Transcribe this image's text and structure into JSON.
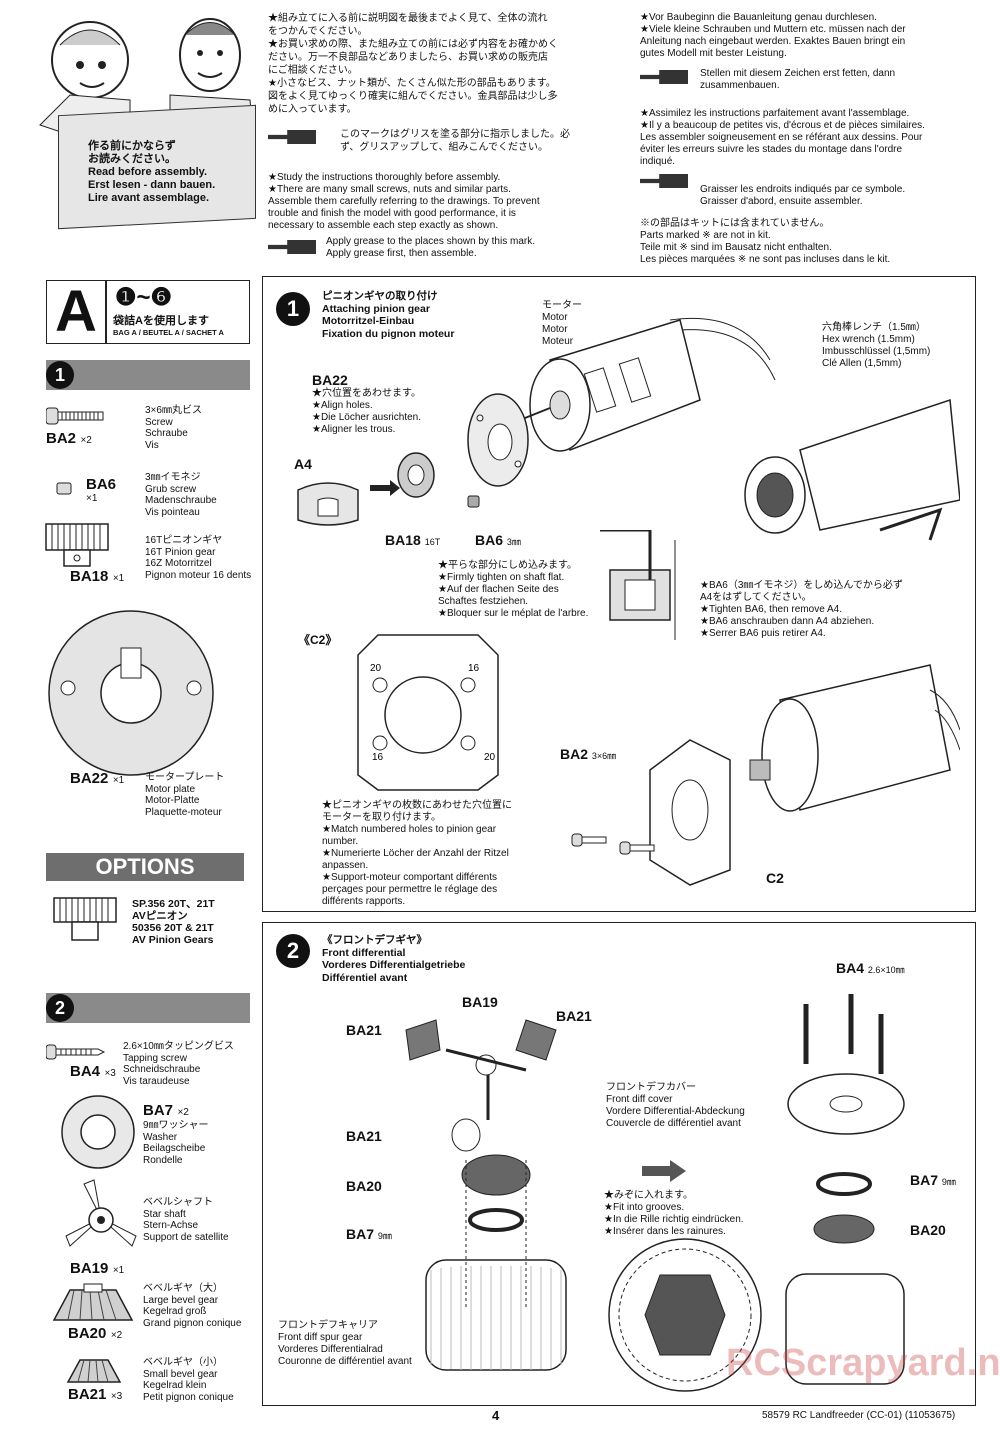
{
  "header": {
    "read_box": [
      "作る前にかならず",
      "お読みください。",
      "Read before assembly.",
      "Erst lesen - dann bauen.",
      "Lire avant assemblage."
    ],
    "jp_intro": "★組み立てに入る前に説明図を最後までよく見て、全体の流れ\nをつかんでください。\n★お買い求めの際、また組み立ての前には必ず内容をお確かめく\nださい。万一不良部品などありましたら、お買い求めの販売店\nにご相談ください。\n★小さなビス、ナット類が、たくさん似た形の部品もあります。\n図をよく見てゆっくり確実に組んでください。金具部品は少し多\nめに入っています。",
    "jp_grease": "このマークはグリスを塗る部分に指示しました。必\nず、グリスアップして、組みこんでください。",
    "en_intro": "★Study the instructions thoroughly before assembly.\n★There are many small screws, nuts and similar parts.\nAssemble them carefully referring to the drawings. To prevent\ntrouble and finish the model with good performance, it is\nnecessary to assemble each step exactly as shown.",
    "en_grease": "Apply grease to the places shown by this mark.\nApply grease first, then assemble.",
    "de_intro": "★Vor Baubeginn die Bauanleitung genau durchlesen.\n★Viele kleine Schrauben und Muttern etc. müssen nach der\nAnleitung nach eingebaut werden. Exaktes Bauen bringt ein\ngutes Modell mit bester Leistung.",
    "de_grease": "Stellen mit diesem Zeichen erst fetten, dann\nzusammenbauen.",
    "fr_intro": "★Assimilez les instructions parfaitement avant l'assemblage.\n★Il y a beaucoup de petites vis, d'écrous et de pièces similaires.\nLes assembler soigneusement en se référant aux dessins. Pour\néviter les erreurs suivre les stades du montage dans l'ordre\nindiqué.",
    "fr_grease": "Graisser les endroits indiqués par ce symbole.\nGraisser d'abord, ensuite assembler.",
    "not_in_kit": "※の部品はキットには含まれていません。\nParts marked ※ are not in kit.\nTeile mit ※ sind im Bausatz nicht enthalten.\nLes pièces marquées ※ ne sont pas incluses dans le kit."
  },
  "bag": {
    "letter": "A",
    "range": "❶~❻",
    "jp": "袋詰Aを使用します",
    "label": "BAG A / BEUTEL A / SACHET A"
  },
  "sidebar_step1": {
    "num": "1",
    "parts": [
      {
        "code": "BA2",
        "qty": "×2",
        "desc": "3×6㎜丸ビス\nScrew\nSchraube\nVis"
      },
      {
        "code": "BA6",
        "qty": "×1",
        "desc": "3㎜イモネジ\nGrub screw\nMadenschraube\nVis pointeau"
      },
      {
        "code": "BA18",
        "qty": "×1",
        "desc": "16Tピニオンギヤ\n16T Pinion gear\n16Z Motorritzel\nPignon moteur 16 dents"
      },
      {
        "code": "BA22",
        "qty": "×1",
        "desc": "モータープレート\nMotor plate\nMotor-Platte\nPlaquette-moteur"
      }
    ]
  },
  "options": {
    "title": "OPTIONS",
    "text": "SP.356 20T、21T\nAVピニオン\n50356 20T & 21T\nAV Pinion Gears"
  },
  "sidebar_step2": {
    "num": "2",
    "parts": [
      {
        "code": "BA4",
        "qty": "×3",
        "desc": "2.6×10㎜タッピングビス\nTapping screw\nSchneidschraube\nVis taraudeuse"
      },
      {
        "code": "BA7",
        "qty": "×2",
        "desc": "9㎜ワッシャー\nWasher\nBeilagscheibe\nRondelle"
      },
      {
        "code": "BA19",
        "qty": "×1",
        "desc": "ベベルシャフト\nStar shaft\nStern-Achse\nSupport de satellite"
      },
      {
        "code": "BA20",
        "qty": "×2",
        "desc": "ベベルギヤ（大）\nLarge bevel gear\nKegelrad groß\nGrand pignon conique"
      },
      {
        "code": "BA21",
        "qty": "×3",
        "desc": "ベベルギヤ（小）\nSmall bevel gear\nKegelrad klein\nPetit pignon conique"
      }
    ]
  },
  "step1": {
    "num": "1",
    "title": "ピニオンギヤの取り付け\nAttaching pinion gear\nMotorritzel-Einbau\nFixation du pignon moteur",
    "motor": "モーター\nMotor\nMotor\nMoteur",
    "hex": "六角棒レンチ（1.5㎜）\nHex wrench (1.5mm)\nImbusschlüssel (1,5mm)\nClé Allen (1,5mm)",
    "ba22": "BA22",
    "align": "★穴位置をあわせます。\n★Align holes.\n★Die Löcher ausrichten.\n★Aligner les trous.",
    "a4": "A4",
    "ba18": "BA18",
    "ba18_sub": "16T",
    "ba6": "BA6",
    "ba6_sub": "3㎜",
    "tighten_flat": "★平らな部分にしめ込みます。\n★Firmly tighten on shaft flat.\n★Auf der flachen Seite des\nSchaftes festziehen.\n★Bloquer sur le méplat de l'arbre.",
    "tighten_ba6": "★BA6（3㎜イモネジ）をしめ込んでから必ず\nA4をはずしてください。\n★Tighten BA6, then remove A4.\n★BA6 anschrauben dann A4 abziehen.\n★Serrer BA6 puis retirer A4.",
    "c2": "《C2》",
    "c2_nums": [
      "20",
      "16",
      "16",
      "20"
    ],
    "match": "★ピニオンギヤの枚数にあわせた穴位置に\nモーターを取り付けます。\n★Match numbered holes to pinion gear\nnumber.\n★Numerierte Löcher der Anzahl der Ritzel\nanpassen.\n★Support-moteur comportant différents\nperçages pour permettre le réglage des\ndifférents rapports.",
    "ba2": "BA2",
    "ba2_sub": "3×6㎜",
    "c2b": "C2"
  },
  "step2": {
    "num": "2",
    "title": "《フロントデフギヤ》\nFront differential\nVorderes Differentialgetriebe\nDifférentiel avant",
    "ba19": "BA19",
    "ba21": "BA21",
    "ba20": "BA20",
    "ba7": "BA7",
    "ba7_sub": "9㎜",
    "ba4": "BA4",
    "ba4_sub": "2.6×10㎜",
    "cover": "フロントデフカバー\nFront diff cover\nVordere Differential-Abdeckung\nCouvercle de différentiel avant",
    "grooves": "★みぞに入れます。\n★Fit into grooves.\n★In die Rille richtig eindrücken.\n★Insérer dans les rainures.",
    "carrier": "フロントデフキャリア\nFront diff spur gear\nVorderes Differentialrad\nCouronne de différentiel avant"
  },
  "footer": {
    "page": "4",
    "model": "58579 RC Landfreeder (CC-01) (11053675)",
    "watermark": "RCScrapyard.net"
  }
}
